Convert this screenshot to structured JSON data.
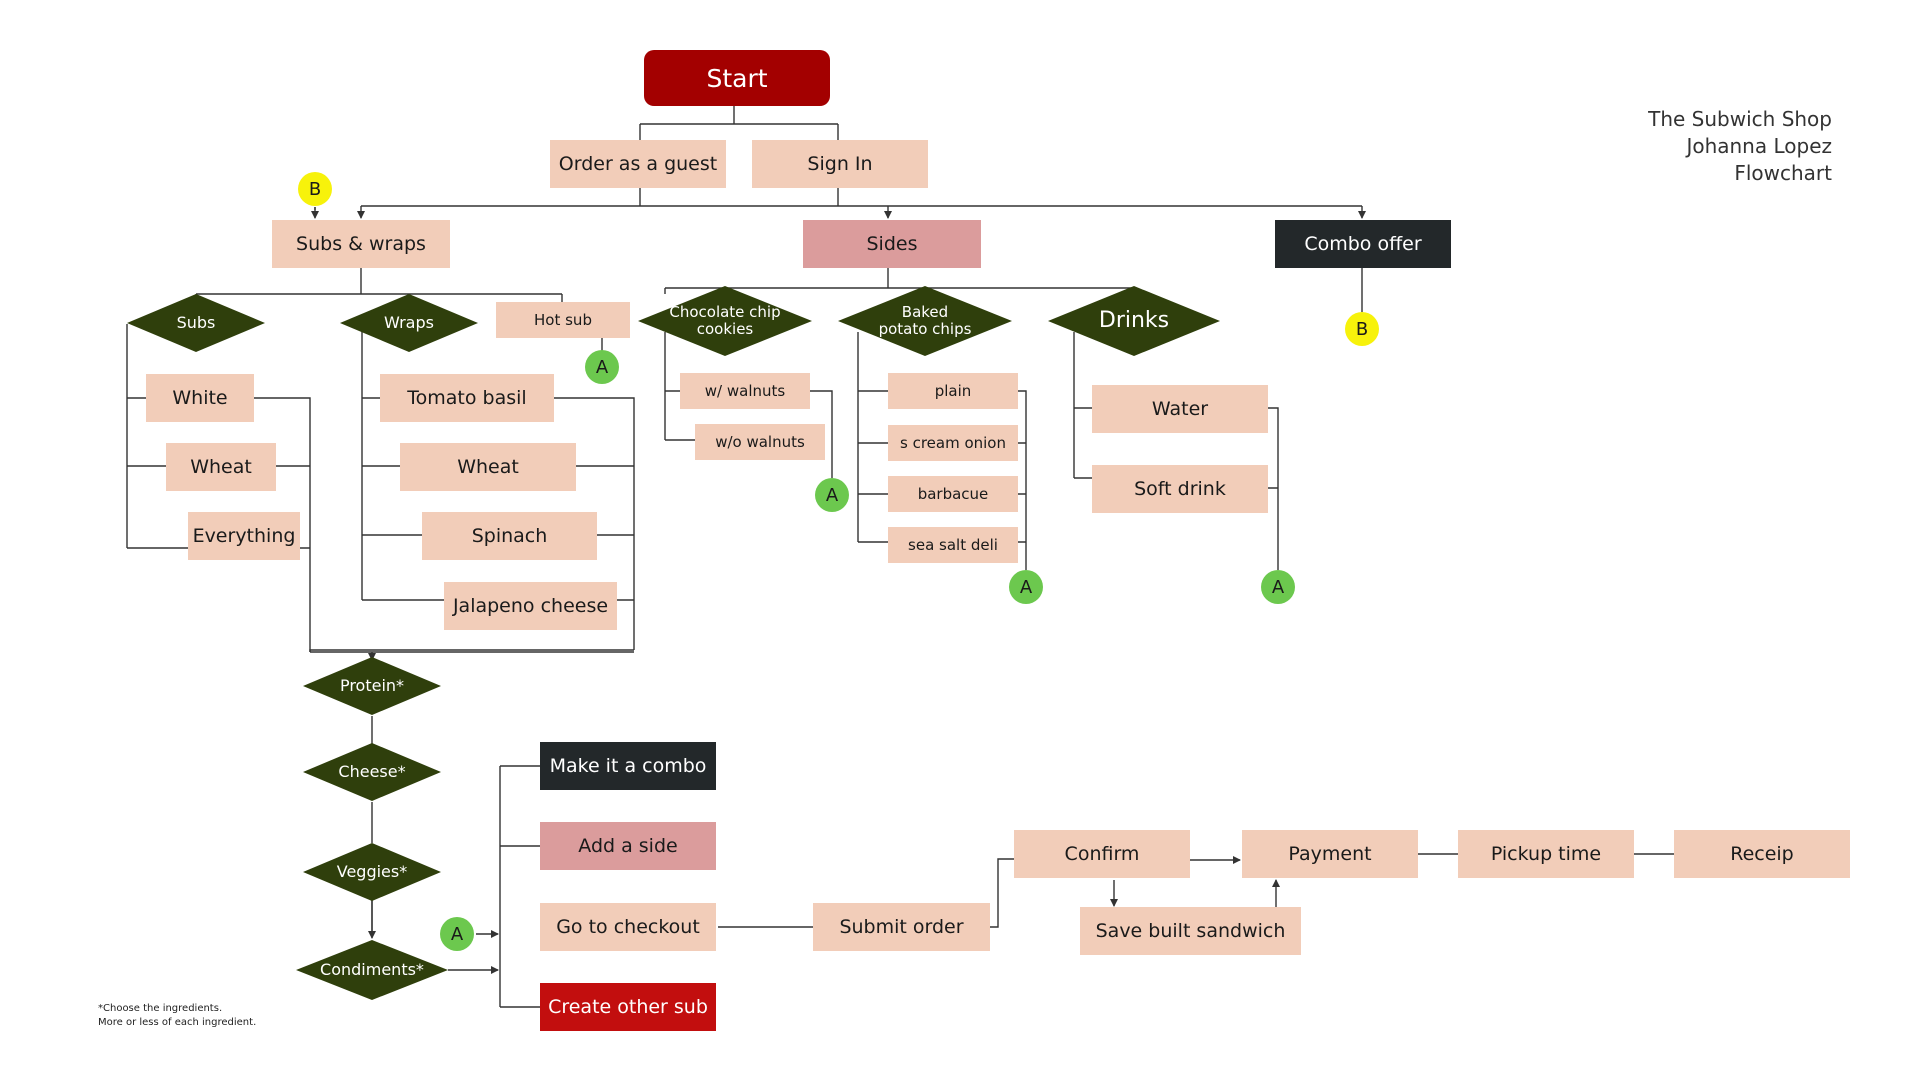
{
  "header": {
    "shop_name": "The Subwich Shop",
    "author": "Johanna Lopez",
    "doc_type": "Flowchart"
  },
  "footnote": {
    "line1": "*Choose the ingredients.",
    "line2": "More or less of each ingredient."
  },
  "colors": {
    "start": "#a30000",
    "peach_box": "#f2cdb9",
    "sides_box": "#db9c9c",
    "dark_box": "#23282a",
    "create_box": "#c20e0e",
    "diamond": "#2f3f0c",
    "connector_a": "#6cc84e",
    "connector_b": "#f7f20b",
    "line": "#333333"
  },
  "entry": {
    "start": "Start",
    "guest": "Order as a guest",
    "signin": "Sign In"
  },
  "categories": {
    "subs_wraps": "Subs & wraps",
    "sides": "Sides",
    "combo": "Combo offer"
  },
  "subs": {
    "label": "Subs",
    "breads": [
      "White",
      "Wheat",
      "Everything"
    ]
  },
  "wraps": {
    "label": "Wraps",
    "flavors": [
      "Tomato basil",
      "Wheat",
      "Spinach",
      "Jalapeno cheese"
    ]
  },
  "hot_sub": "Hot sub",
  "sides": {
    "cookies": {
      "label_line1": "Chocolate chip",
      "label_line2": "cookies",
      "options": [
        "w/ walnuts",
        "w/o walnuts"
      ]
    },
    "chips": {
      "label_line1": "Baked",
      "label_line2": "potato chips",
      "options": [
        "plain",
        "s cream onion",
        "barbacue",
        "sea salt deli"
      ]
    },
    "drinks": {
      "label": "Drinks",
      "options": [
        "Water",
        "Soft drink"
      ]
    }
  },
  "build_steps": [
    "Protein*",
    "Cheese*",
    "Veggies*",
    "Condiments*"
  ],
  "actions": {
    "combo": "Make it a combo",
    "side": "Add a side",
    "checkout": "Go to checkout",
    "create": "Create other sub"
  },
  "checkout_flow": {
    "submit": "Submit order",
    "confirm": "Confirm",
    "save": "Save built sandwich",
    "payment": "Payment",
    "pickup": "Pickup time",
    "receipt": "Receip"
  },
  "connectors": {
    "a": "A",
    "b": "B"
  }
}
